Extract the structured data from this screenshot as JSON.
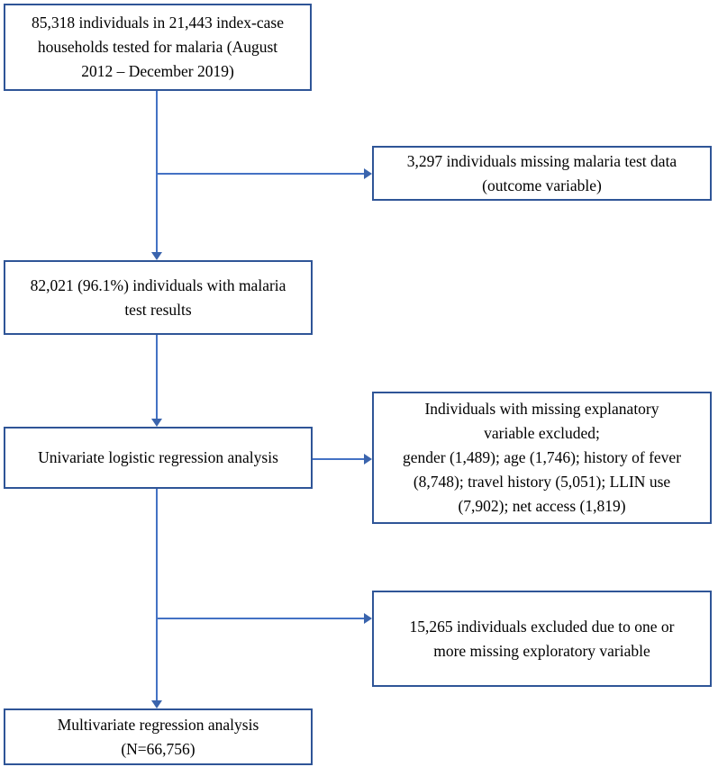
{
  "figure": {
    "description_type": "study-participant-flowchart",
    "boxes": {
      "tested": "85,318 individuals in 21,443  index-case\nhouseholds tested for malaria (August\n2012 – December 2019)",
      "missing_outcome": "3,297 individuals missing malaria test data\n(outcome variable)",
      "with_results": "82,021 (96.1%) individuals with malaria\ntest results",
      "univariate": "Univariate logistic regression analysis",
      "missing_explanatory": "Individuals with missing explanatory\nvariable excluded;\ngender (1,489); age (1,746); history of fever\n(8,748); travel history (5,051);  LLIN use\n(7,902); net access (1,819)",
      "excluded": "15,265 individuals excluded due to one or\nmore missing exploratory variable",
      "multivariate": "Multivariate regression analysis\n(N=66,756)"
    },
    "counts": {
      "tested_individuals": "85,318",
      "index_case_households": "21,443",
      "missing_outcome": "3,297",
      "with_results": "82,021",
      "with_results_pct": "96.1%",
      "missing_gender": "1,489",
      "missing_age": "1,746",
      "missing_history_of_fever": "8,748",
      "missing_travel_history": "5,051",
      "missing_llin_use": "7,902",
      "missing_net_access": "1,819",
      "excluded_total": "15,265",
      "multivariate_n": "66,756"
    }
  },
  "colors": {
    "box_border": "#2f5597",
    "connector": "#4472c4",
    "arrowhead": "#3a64ad",
    "text": "#000000",
    "background": "#ffffff"
  }
}
